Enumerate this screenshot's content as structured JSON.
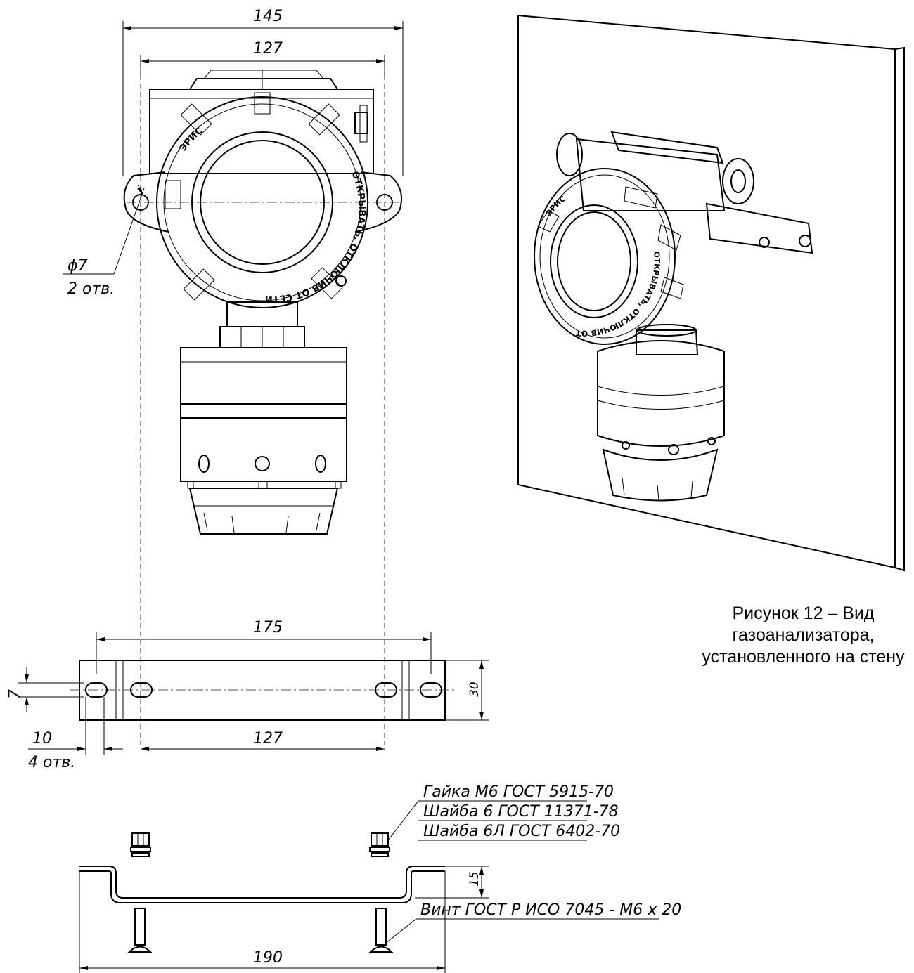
{
  "caption": "Рисунок 12 – Вид газоанализатора, установленного на стену",
  "front_view": {
    "dim_overall_width": "145",
    "dim_bolt_spacing": "127",
    "hole_diameter": "ϕ7",
    "hole_count": "2 отв.",
    "engraving_brand": "ЭРИС",
    "engraving_warning": "ОТКРЫВАТЬ, ОТКЛЮЧИВ ОТ СЕТИ"
  },
  "bracket_top_view": {
    "dim_outer_holes": "175",
    "dim_inner_holes": "127",
    "dim_slot_width": "7",
    "dim_height": "30",
    "dim_slot_length": "10",
    "slot_count": "4 отв."
  },
  "bracket_side_view": {
    "dim_length": "190",
    "dim_offset": "15",
    "fastener_labels": [
      "Гайка М6 ГОСТ 5915-70",
      "Шайба 6 ГОСТ 11371-78",
      "Шайба 6Л ГОСТ 6402-70"
    ],
    "screw_label": "Винт ГОСТ Р ИСО 7045 - М6 х 20"
  },
  "iso_view": {
    "engraving_brand": "ЭРИС",
    "engraving_warning": "ОТКРЫВАТЬ, ОТКЛЮЧИВ ОТ СЕТИ"
  }
}
